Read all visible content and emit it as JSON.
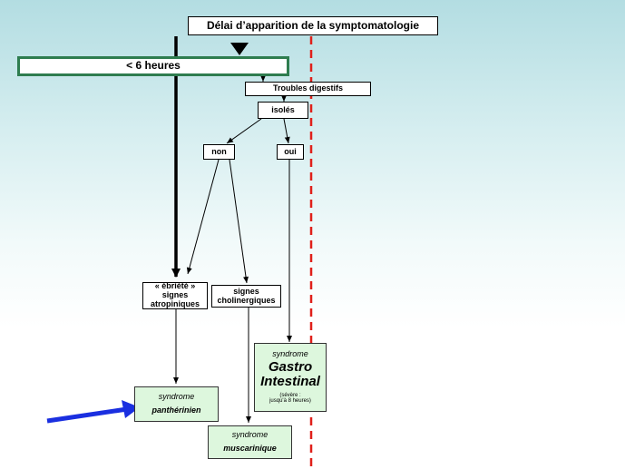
{
  "diagram": {
    "title": "Délai d’apparition de la symptomatologie",
    "onset": "< 6 heures",
    "digestive": "Troubles digestifs",
    "isolated": "isolés",
    "no": "non",
    "yes": "oui",
    "ebriety_l1": "« ébriété »",
    "ebriety_l2": "signes",
    "ebriety_l3": "atropiniques",
    "cholin_l1": "signes",
    "cholin_l2": "cholinergiques",
    "gi_label": "syndrome",
    "gi_title_l1": "Gastro",
    "gi_title_l2": "Intestinal",
    "gi_note_l1": "(sévère :",
    "gi_note_l2": "jusqu'à 8 heures)",
    "panther_label": "syndrome",
    "panther_title": "panthérinien",
    "musc_label": "syndrome",
    "musc_title": "muscarinique"
  },
  "colors": {
    "dashed_line": "#e0201a",
    "highlight_arrow": "#1a2fe0",
    "green_box": "#ddf7dd",
    "onset_border": "#2e7d4f"
  }
}
